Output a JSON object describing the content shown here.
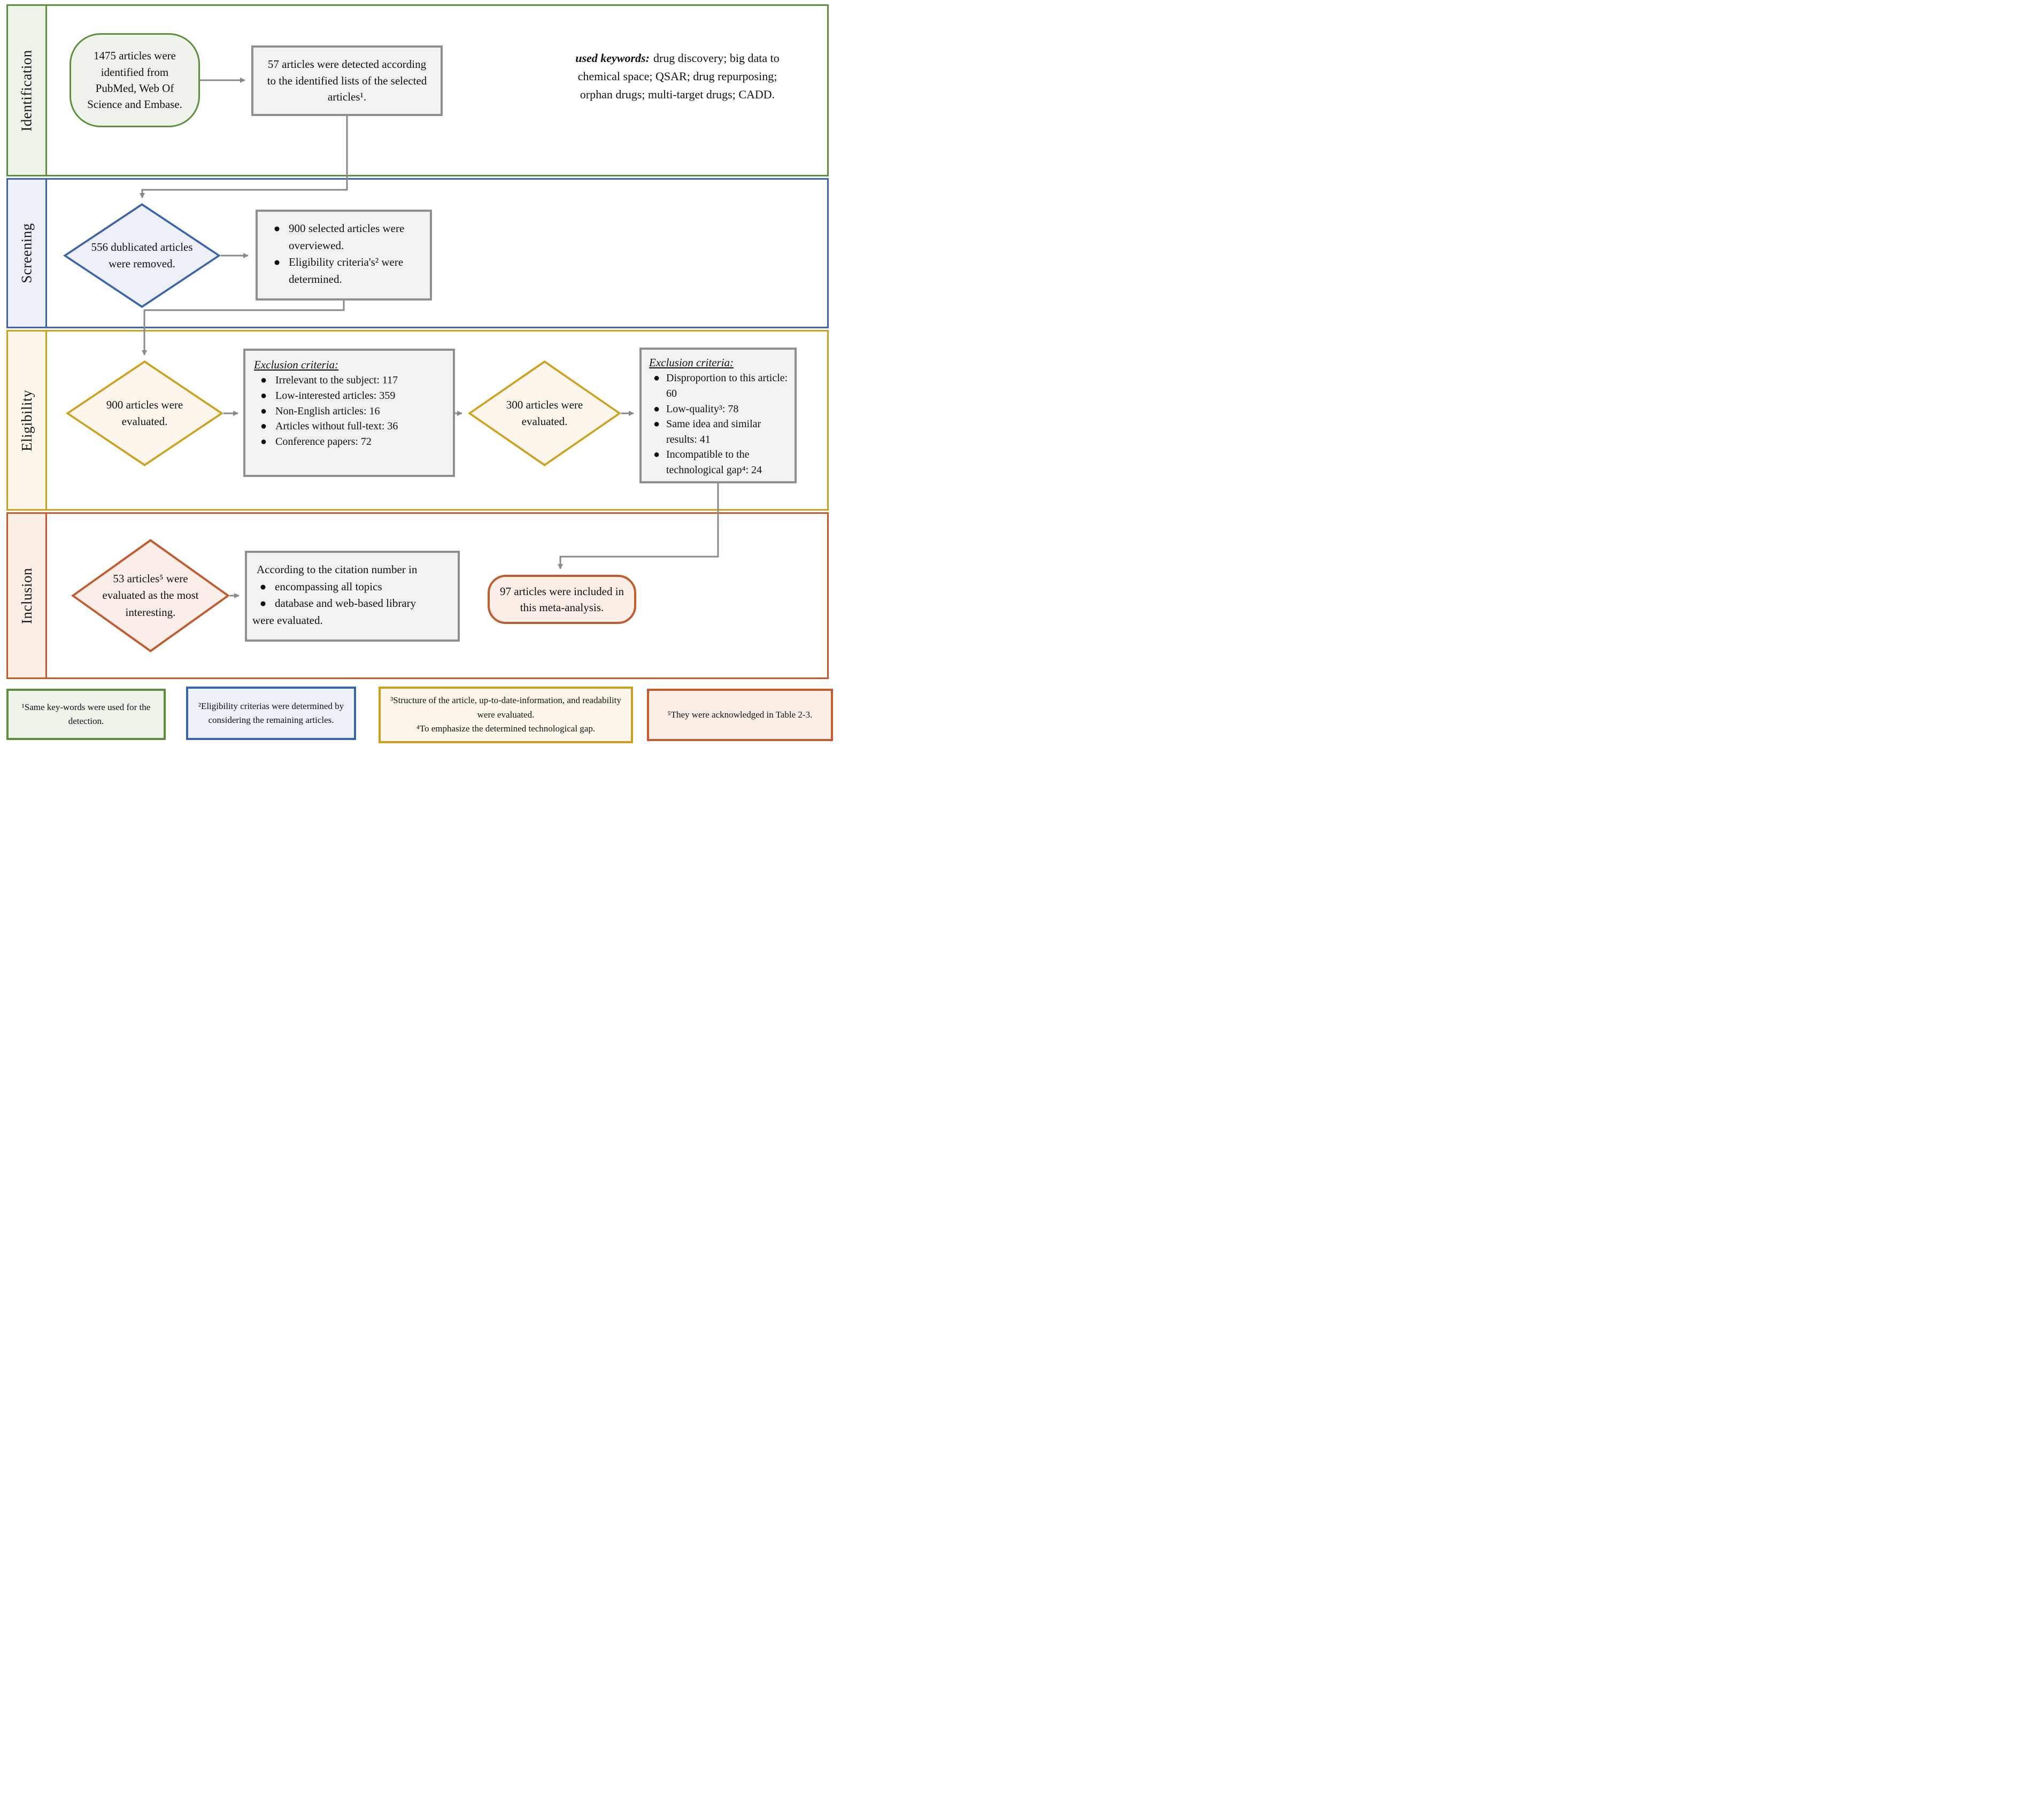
{
  "colors": {
    "green": "#5d8f3e",
    "green_tint": "#eef3e9",
    "blue": "#3c64a8",
    "blue_tint": "#ecf0f8",
    "gold": "#cda01e",
    "gold_tint": "#fdf7eb",
    "orange": "#c25b2e",
    "orange_tint": "#fbeee7",
    "process_box_border": "#8f8f8f",
    "process_box_fill": "#f2f2f2",
    "arrow": "#898989",
    "text": "#101010"
  },
  "bands": [
    {
      "label": "Identification"
    },
    {
      "label": "Screening"
    },
    {
      "label": "Eligibility"
    },
    {
      "label": "Inclusion"
    }
  ],
  "identification": {
    "source_stadium": "1475 articles were identified from PubMed, Web Of Science and Embase.",
    "detected_box": "57 articles were detected according to the identified lists of the selected articles¹.",
    "keywords_lead": "used keywords:",
    "keywords_rest": "drug discovery; big data to chemical space; QSAR; drug repurposing; orphan drugs; multi-target drugs; CADD."
  },
  "screening": {
    "diamond": "556 dublicated articles were removed.",
    "review_box": {
      "bullets": [
        "900 selected articles were overviewed.",
        "Eligibility criteria's² were determined."
      ]
    }
  },
  "eligibility": {
    "diamond_left": "900 articles were evaluated.",
    "exclusion_box_1": {
      "title": "Exclusion criteria:",
      "items": [
        "Irrelevant to the subject: 117",
        "Low-interested articles: 359",
        "Non-English articles: 16",
        "Articles without full-text: 36",
        "Conference papers: 72"
      ]
    },
    "diamond_right": "300 articles were evaluated.",
    "exclusion_box_2": {
      "title": "Exclusion criteria:",
      "items": [
        "Disproportion to this article: 60",
        "Low-quality³: 78",
        "Same idea and similar results: 41",
        "Incompatible to the technological gap⁴: 24"
      ]
    }
  },
  "inclusion": {
    "diamond": "53 articles⁵ were evaluated as the most interesting.",
    "citation_box": {
      "intro": "According to the citation number in",
      "bullets": [
        "encompassing all topics",
        "database and web-based library"
      ],
      "outro": "were evaluated."
    },
    "included_stadium": "97 articles were included in this meta-analysis."
  },
  "footnotes": [
    {
      "text": "¹Same key-words were used for the detection."
    },
    {
      "text": "²Eligibility criterias were determined by considering the remaining articles."
    },
    {
      "lines": [
        "³Structure of the article, up-to-date-information, and readability were evaluated.",
        "⁴To emphasize the determined technological gap."
      ]
    },
    {
      "text": "⁵They were acknowledged in Table 2-3."
    }
  ]
}
